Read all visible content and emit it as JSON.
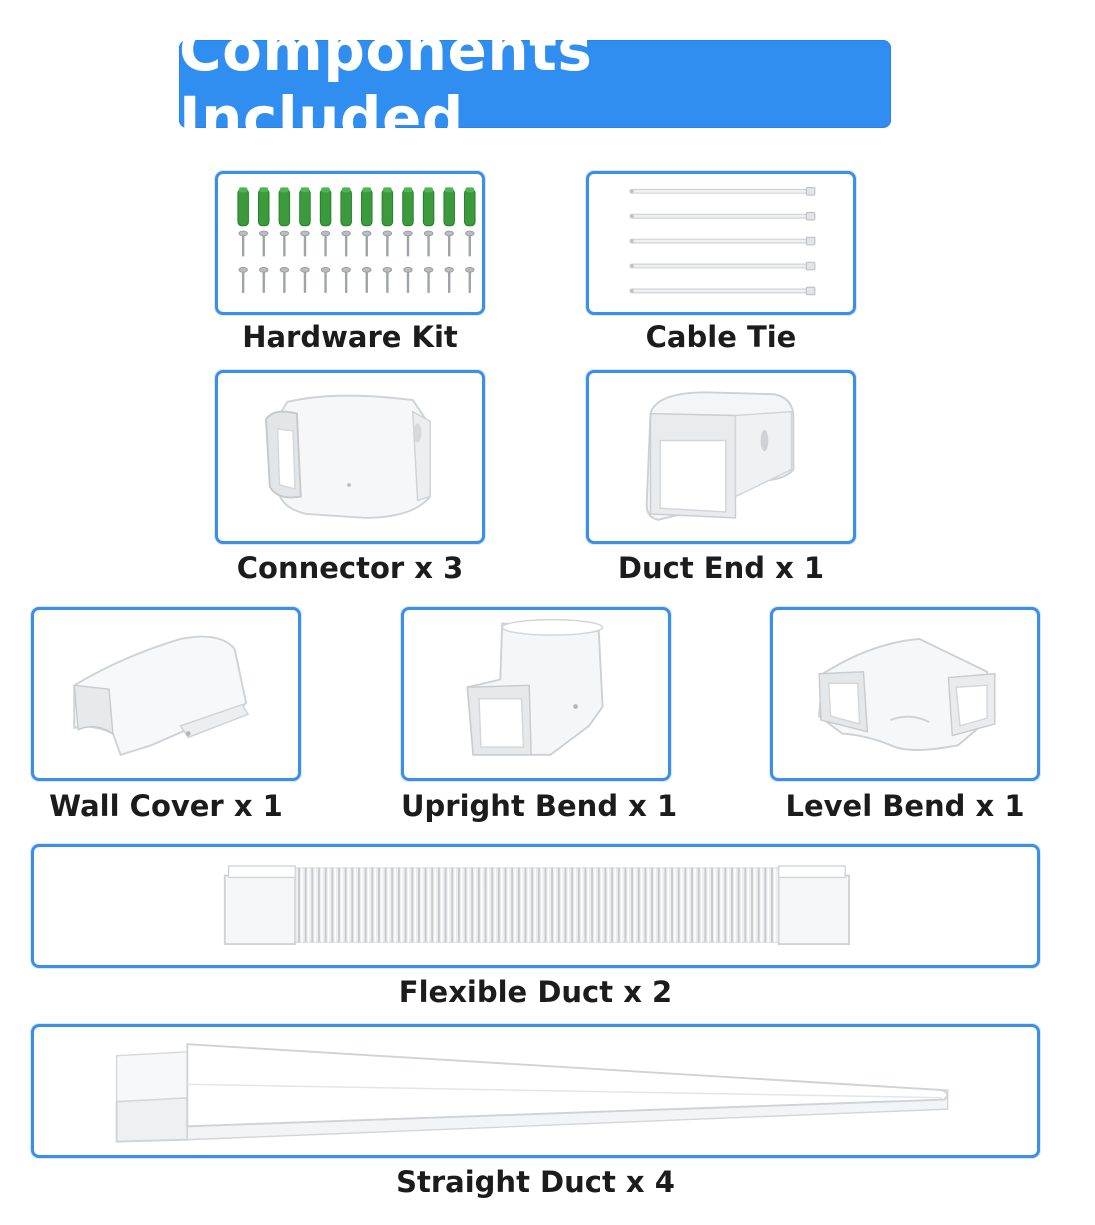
{
  "header": {
    "title": "Components Included"
  },
  "components": [
    {
      "label": "Hardware Kit",
      "icon": "screws-and-anchors-icon"
    },
    {
      "label": "Cable Tie",
      "icon": "cable-ties-icon"
    },
    {
      "label": "Connector x 3",
      "icon": "duct-connector-icon"
    },
    {
      "label": "Duct End x 1",
      "icon": "duct-end-icon"
    },
    {
      "label": "Wall Cover x 1",
      "icon": "wall-cover-icon"
    },
    {
      "label": "Upright Bend x 1",
      "icon": "upright-bend-icon"
    },
    {
      "label": "Level Bend x 1",
      "icon": "level-bend-icon"
    },
    {
      "label": "Flexible Duct x 2",
      "icon": "flexible-duct-icon"
    },
    {
      "label": "Straight Duct x 4",
      "icon": "straight-duct-icon"
    }
  ],
  "colors": {
    "accent": "#2f8ef0",
    "border": "#3b8fe6",
    "anchor_green": "#3a9a3c"
  }
}
